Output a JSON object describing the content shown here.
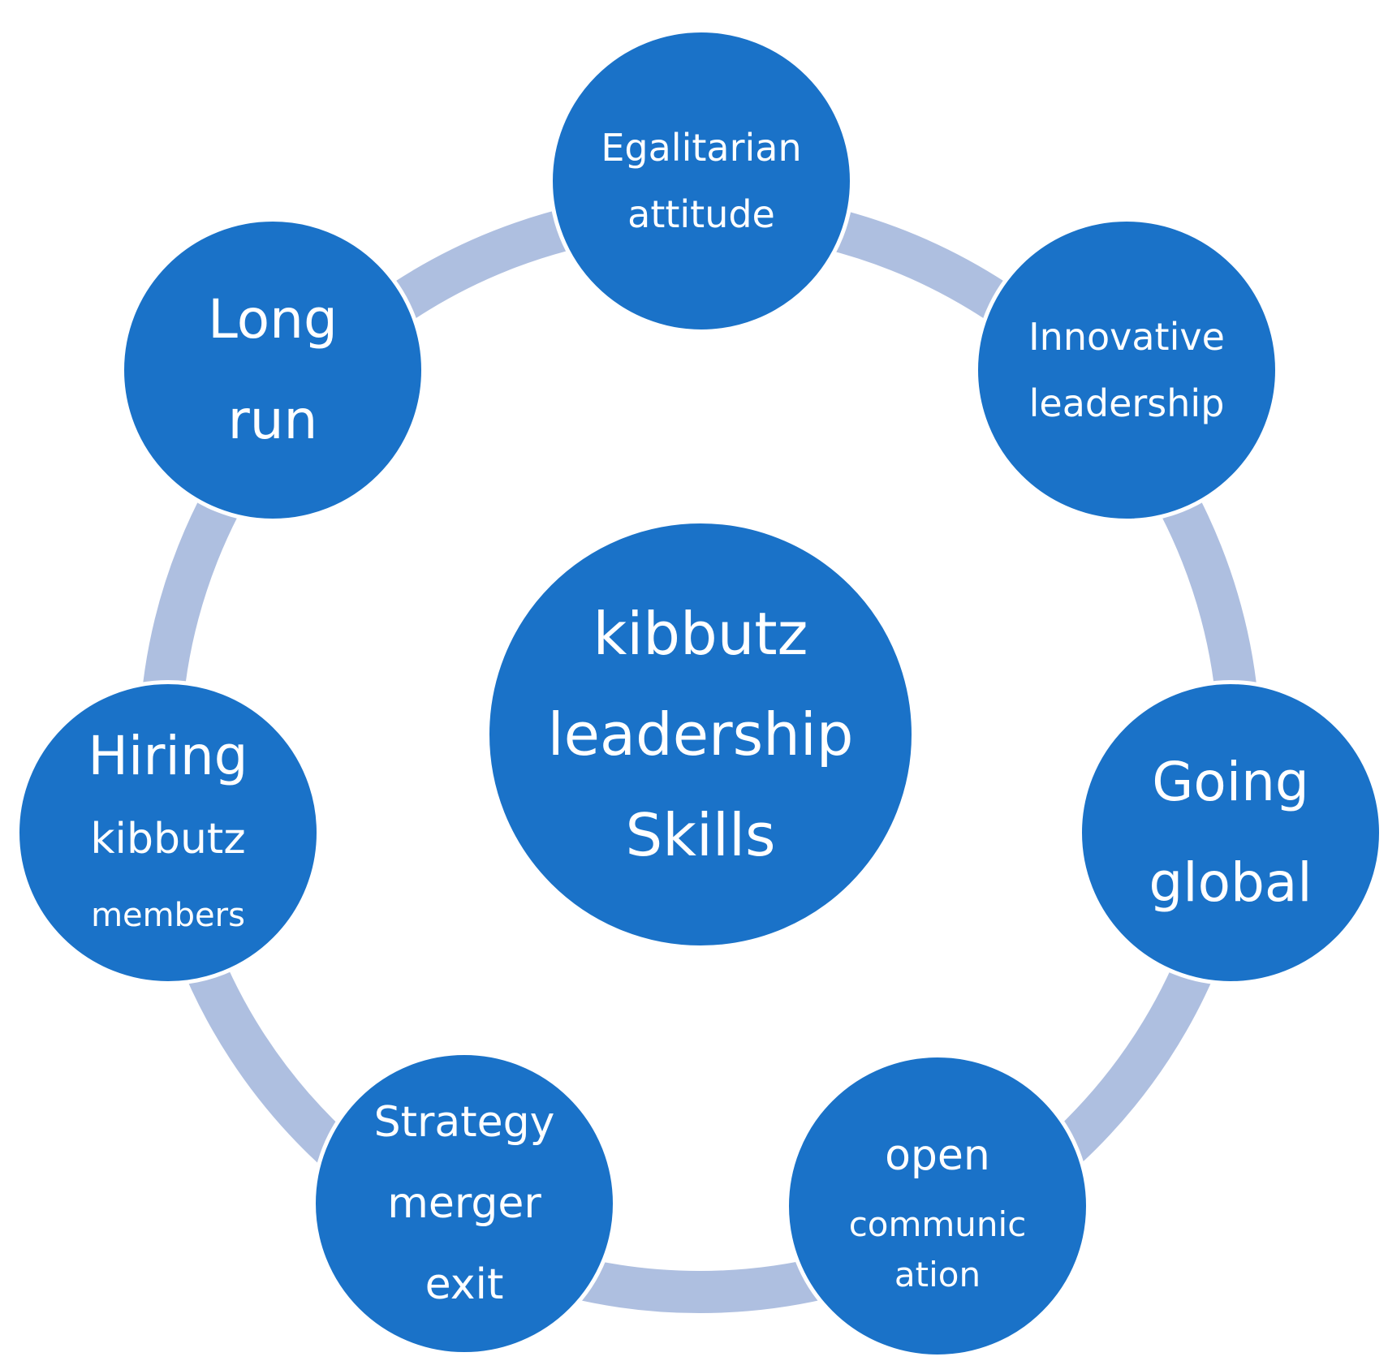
{
  "colors": {
    "node_fill": "#1a72c8",
    "ring": "#aebfe0",
    "text": "#ffffff",
    "border": "#ffffff"
  },
  "center": {
    "lines": [
      "kibbutz",
      "leadership",
      "Skills"
    ]
  },
  "nodes": [
    {
      "id": "egalitarian-attitude",
      "lines": [
        "Egalitarian",
        "attitude"
      ]
    },
    {
      "id": "innovative-leadership",
      "lines": [
        "Innovative",
        "leadership"
      ]
    },
    {
      "id": "going-global",
      "lines": [
        "Going",
        "global"
      ]
    },
    {
      "id": "open-communication",
      "lines": [
        "open",
        "communic",
        "ation"
      ]
    },
    {
      "id": "strategy-merger-exit",
      "lines": [
        "Strategy",
        "merger",
        "exit"
      ]
    },
    {
      "id": "hiring-kibbutz-members",
      "lines": [
        "Hiring",
        "kibbutz",
        "members"
      ]
    },
    {
      "id": "long-run",
      "lines": [
        "Long",
        "run"
      ]
    }
  ]
}
